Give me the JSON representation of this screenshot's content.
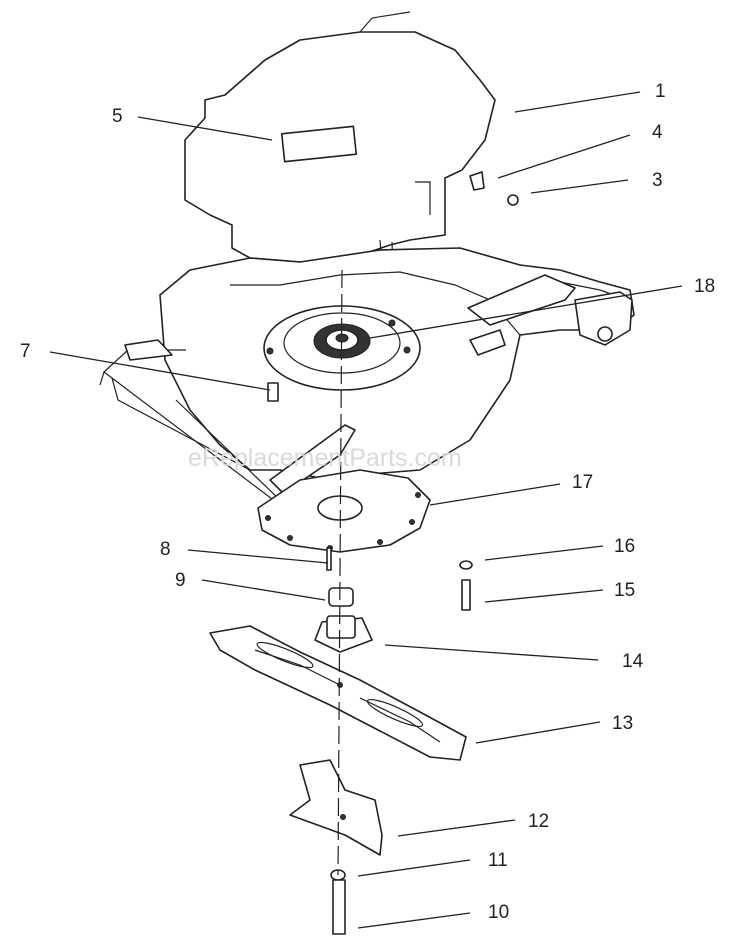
{
  "watermark": "eReplacementParts.com",
  "callouts": [
    {
      "id": "1",
      "label": "1"
    },
    {
      "id": "5",
      "label": "5"
    },
    {
      "id": "4",
      "label": "4"
    },
    {
      "id": "3",
      "label": "3"
    },
    {
      "id": "18",
      "label": "18"
    },
    {
      "id": "7",
      "label": "7"
    },
    {
      "id": "17",
      "label": "17"
    },
    {
      "id": "8",
      "label": "8"
    },
    {
      "id": "16",
      "label": "16"
    },
    {
      "id": "9",
      "label": "9"
    },
    {
      "id": "15",
      "label": "15"
    },
    {
      "id": "14",
      "label": "14"
    },
    {
      "id": "13",
      "label": "13"
    },
    {
      "id": "12",
      "label": "12"
    },
    {
      "id": "11",
      "label": "11"
    },
    {
      "id": "10",
      "label": "10"
    }
  ]
}
